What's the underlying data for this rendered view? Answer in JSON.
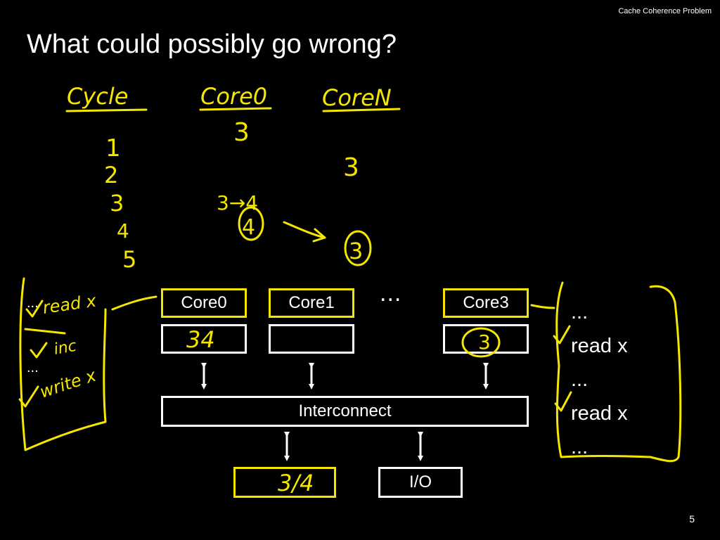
{
  "header": {
    "section": "Cache Coherence Problem"
  },
  "title": "What could possibly go wrong?",
  "slide_number": "5",
  "diagram": {
    "cores": [
      {
        "label": "Core0"
      },
      {
        "label": "Core1"
      },
      {
        "label": "Core3"
      }
    ],
    "ellipsis": "...",
    "interconnect": "Interconnect",
    "io": "I/O"
  },
  "code_right": [
    "...",
    "read x",
    "...",
    "read x",
    "..."
  ],
  "code_left": [
    "...",
    "..."
  ],
  "handwriting": {
    "table_headers": [
      "Cycle",
      "Core0",
      "CoreN"
    ],
    "cycles": [
      "1",
      "2",
      "3",
      "4",
      "5"
    ],
    "core0_values": [
      "3",
      "3→4",
      "4"
    ],
    "coreN_values": [
      "3",
      "3"
    ],
    "cache_core0": "34",
    "cache_core3": "3",
    "memory": "3/4",
    "left_notes": [
      "read x",
      "inc",
      "write x"
    ]
  },
  "colors": {
    "background": "#000000",
    "ink": "#f4e600",
    "text": "#ffffff"
  }
}
